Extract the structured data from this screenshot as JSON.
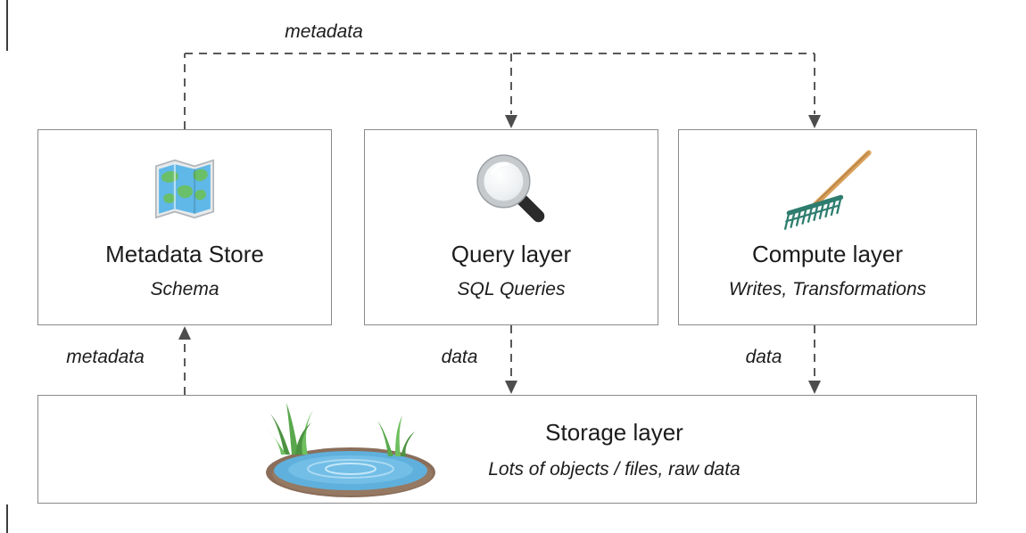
{
  "labels": {
    "metadata_top": "metadata",
    "metadata_left": "metadata",
    "data_query": "data",
    "data_compute": "data"
  },
  "nodes": {
    "metadata_store": {
      "title": "Metadata Store",
      "subtitle": "Schema",
      "icon": "world-map-icon"
    },
    "query_layer": {
      "title": "Query layer",
      "subtitle": "SQL Queries",
      "icon": "magnifying-glass-icon"
    },
    "compute_layer": {
      "title": "Compute layer",
      "subtitle": "Writes, Transformations",
      "icon": "rake-icon"
    },
    "storage_layer": {
      "title": "Storage layer",
      "subtitle": "Lots of objects / files, raw data",
      "icon": "pond-icon"
    }
  },
  "colors": {
    "box_border": "#8a8a8a",
    "connector": "#595959",
    "background": "#ffffff",
    "text": "#1c1c1c",
    "map_water": "#5fb8e8",
    "map_land": "#6abf69",
    "rake_head": "#2e7d6e",
    "rake_handle": "#d9a05b",
    "pond_water": "#5fb0dc",
    "pond_rim": "#8a6e5a",
    "grass": "#5aa84e"
  }
}
